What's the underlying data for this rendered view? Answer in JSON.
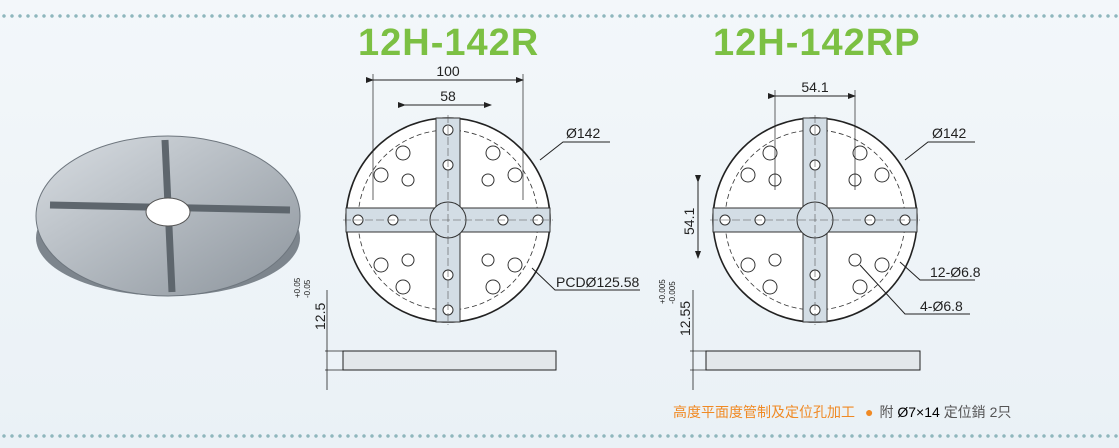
{
  "models": [
    {
      "name": "12H-142R",
      "dims": {
        "width_outer": "100",
        "width_inner": "58",
        "diameter": "Ø142",
        "pcd": "PCDØ125.58",
        "height": "12.5",
        "tol_plus": "+0.05",
        "tol_minus": "-0.05"
      }
    },
    {
      "name": "12H-142RP",
      "dims": {
        "width": "54.1",
        "vertical": "54.1",
        "diameter": "Ø142",
        "holes_12": "12-Ø6.8",
        "holes_4": "4-Ø6.8",
        "height": "12.55",
        "tol_plus": "+0.005",
        "tol_minus": "-0.005"
      }
    }
  ],
  "note": {
    "feature": "高度平面度管制及定位孔加工",
    "accessory": "附",
    "pin": "Ø7×14",
    "pin_suffix": "定位銷 2只"
  },
  "colors": {
    "title": "#7cc043",
    "accent": "#f08a24"
  }
}
